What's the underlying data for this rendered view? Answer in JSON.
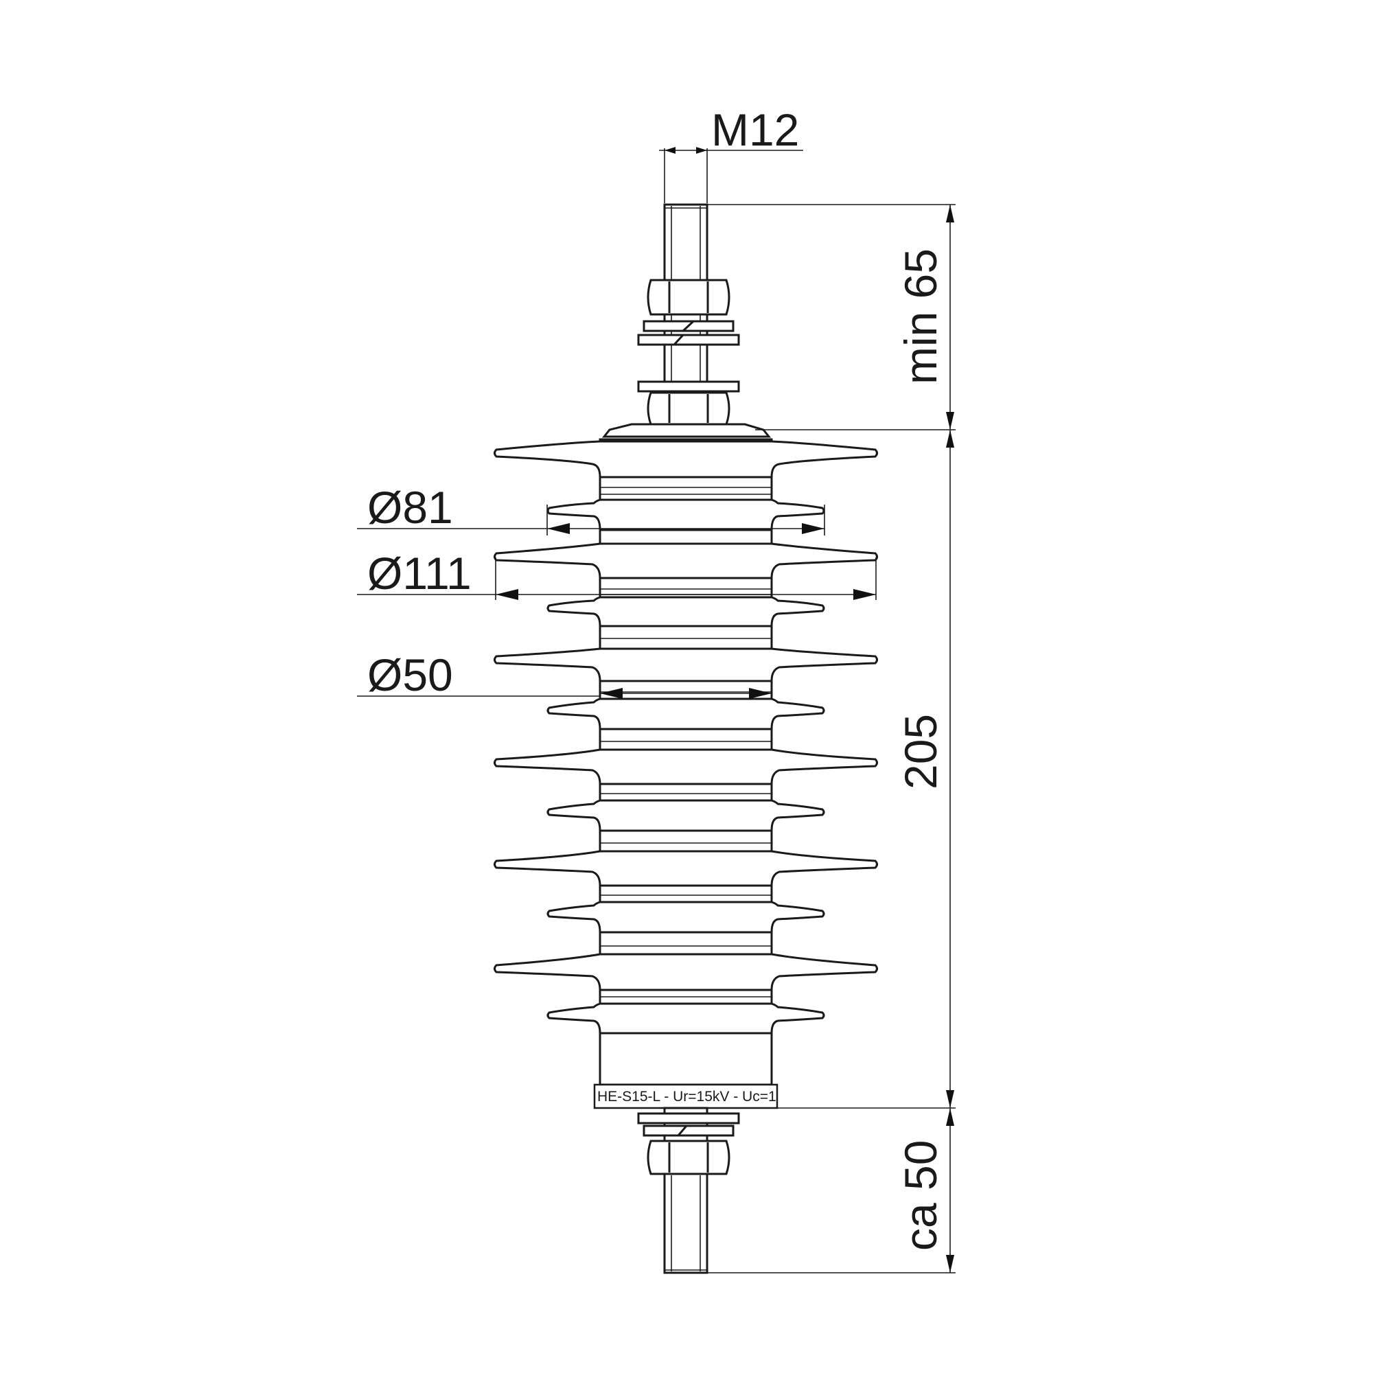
{
  "dimensions": {
    "thread": "M12",
    "top_length": "min 65",
    "body_length": "205",
    "bottom_length": "ca 50",
    "dia_81": "Ø81",
    "dia_111": "Ø111",
    "dia_50": "Ø50"
  },
  "nameplate": {
    "text": "HE-S15-L - Ur=15kV - Uc=1"
  },
  "colors": {
    "line": "#1a1a1a",
    "background": "#ffffff"
  }
}
